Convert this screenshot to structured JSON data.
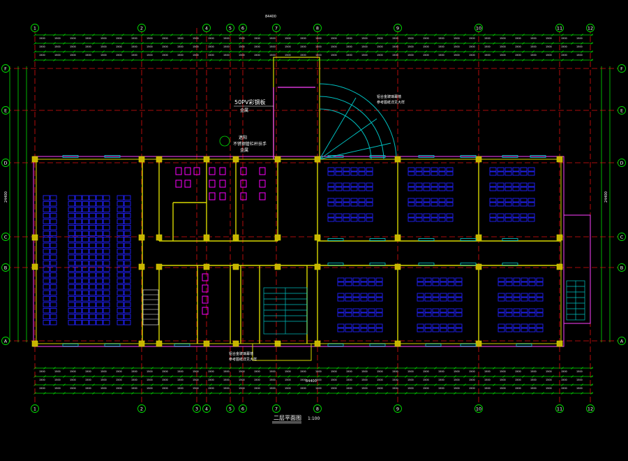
{
  "drawing": {
    "title": "二层平面图",
    "scale": "1:100",
    "top_total": "84400",
    "bottom_total": "84400",
    "left_dim": "24400",
    "right_dim": "24400"
  },
  "axes": {
    "columns": [
      "1",
      "2",
      "3",
      "4",
      "5",
      "6",
      "7",
      "8",
      "9",
      "10",
      "11",
      "12"
    ],
    "top_columns": [
      "1",
      "2",
      "4",
      "5",
      "6",
      "7",
      "8",
      "9",
      "10",
      "11",
      "12"
    ],
    "rows": [
      "A",
      "B",
      "C",
      "D",
      "E",
      "F"
    ]
  },
  "annotations": {
    "pv_title": "50PV彩钢板",
    "pv_sub": "金属",
    "shade_title": "遮阳",
    "shade_line1": "不锈钢管栏杆扶手",
    "shade_line2": "金属",
    "arc_note1": "铝合金玻璃幕墙",
    "arc_note2": "参考图纸详见大样",
    "bottom_note1": "铝合金玻璃幕墙",
    "bottom_note2": "参考图纸详见大样"
  },
  "colors": {
    "axis": "#e01010",
    "grid_line": "#00e000",
    "wall": "#d8d800",
    "desk": "#2222ff",
    "toilet": "#ff00ff",
    "window": "#00d0d0",
    "text": "#ffffff"
  }
}
